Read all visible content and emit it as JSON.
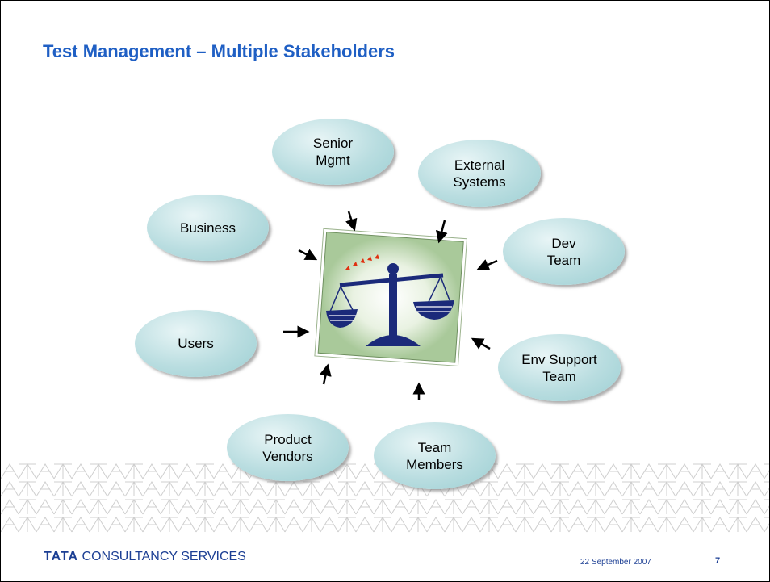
{
  "slide": {
    "title": "Test Management – Multiple Stakeholders"
  },
  "stakeholders": [
    {
      "id": "senior-mgmt",
      "label": "Senior\nMgmt"
    },
    {
      "id": "external-systems",
      "label": "External\nSystems"
    },
    {
      "id": "business",
      "label": "Business"
    },
    {
      "id": "dev-team",
      "label": "Dev\nTeam"
    },
    {
      "id": "users",
      "label": "Users"
    },
    {
      "id": "env-support-team",
      "label": "Env Support\nTeam"
    },
    {
      "id": "product-vendors",
      "label": "Product\nVendors"
    },
    {
      "id": "team-members",
      "label": "Team\nMembers"
    }
  ],
  "center_image": {
    "icon": "scales-of-justice-icon"
  },
  "footer": {
    "logo_bold": "TATA",
    "logo_rest": " CONSULTANCY SERVICES",
    "date": "22 September 2007",
    "page_number": "7"
  },
  "colors": {
    "title": "#1f5fc4",
    "bubble": "#b9dde0",
    "footer_text": "#1c3f94",
    "scales": "#1b2a7a"
  }
}
